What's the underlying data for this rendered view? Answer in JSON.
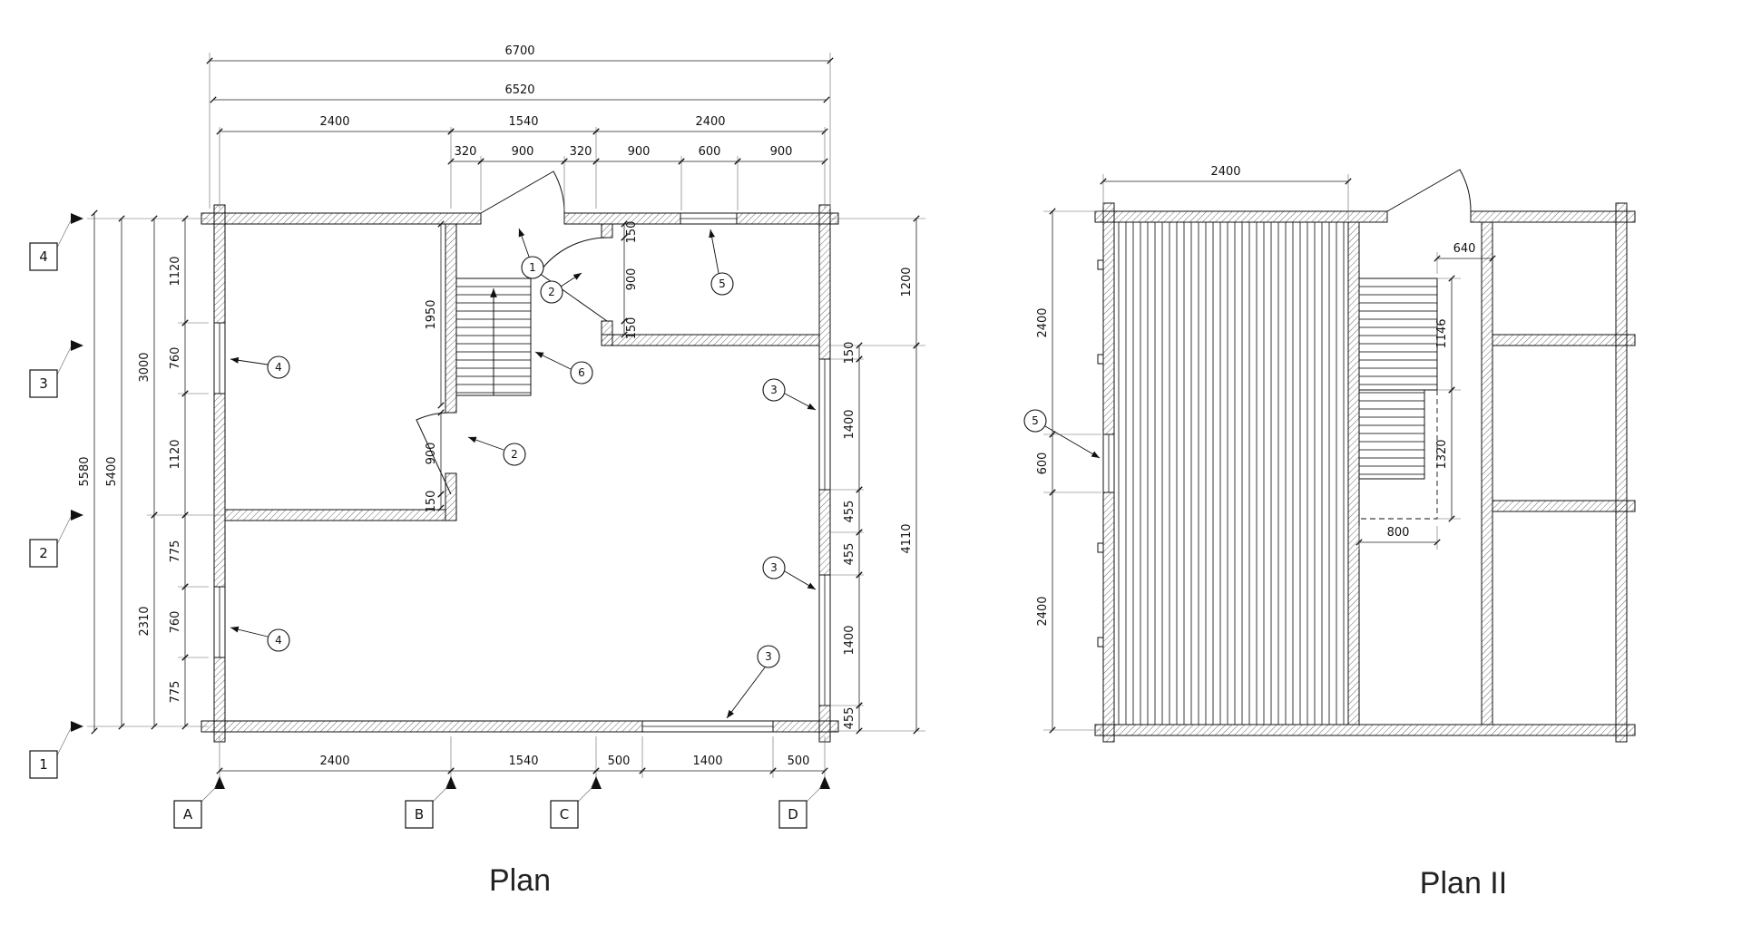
{
  "plan1": {
    "title": "Plan",
    "dim_total_top": "6700",
    "dim_sub_top": "6520",
    "top_chain": [
      "2400",
      "1540",
      "2400"
    ],
    "door_chain": [
      "320",
      "900",
      "320"
    ],
    "window_chain": [
      "900",
      "600",
      "900"
    ],
    "dim_left_total": "5580",
    "dim_left_grid": "5400",
    "left_mid": [
      "3000",
      "2310"
    ],
    "left_inner": [
      "1120",
      "760",
      "1120",
      "775",
      "760",
      "775"
    ],
    "bottom_chain": [
      "2400",
      "1540",
      "500",
      "1400",
      "500"
    ],
    "right_chain": [
      "150",
      "1400",
      "455",
      "455",
      "1400",
      "455"
    ],
    "dim_right_room": "1200",
    "dim_right_total": "4110",
    "dim_stair_run": "1950",
    "upper_door_chain": [
      "150",
      "900",
      "150"
    ],
    "mid_door_chain": [
      "900",
      "150"
    ],
    "grid_rows": [
      "4",
      "3",
      "2",
      "1"
    ],
    "grid_cols": [
      "A",
      "B",
      "C",
      "D"
    ],
    "callouts": {
      "door_top": "1",
      "door_hall": "2",
      "door_room": "2",
      "window_right_1": "3",
      "window_right_2": "3",
      "window_bottom": "3",
      "window_left_1": "4",
      "window_left_2": "4",
      "window_top": "5",
      "stair": "6"
    }
  },
  "plan2": {
    "title": "Plan II",
    "dim_top": "2400",
    "dim_door_offset": "640",
    "dim_stair_upper": "1146",
    "dim_stair_lower": "1320",
    "dim_stair_width": "800",
    "left_chain": [
      "2400",
      "600",
      "2400"
    ],
    "callouts": {
      "window_left": "5"
    }
  }
}
